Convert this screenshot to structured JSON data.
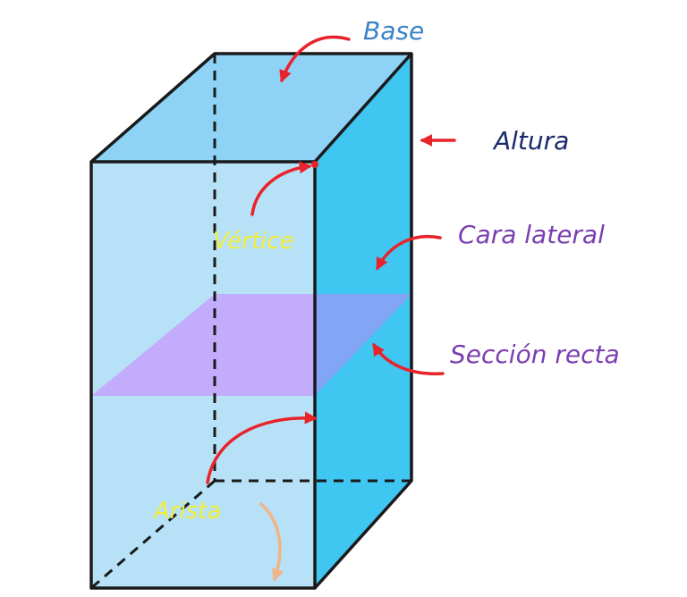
{
  "labels": {
    "base": "Base",
    "altura": "Altura",
    "cara_lateral": "Cara lateral",
    "seccion_recta": "Sección recta",
    "vertice": "Vértice",
    "arista": "Arista"
  },
  "colors": {
    "front_face": "#b7e1f7",
    "top_face": "#8ed3f5",
    "side_face": "#3fc6f1",
    "section_plane": "#c4a6fb",
    "section_plane_on_side": "#7aa4f3",
    "edges": "#1a1a1a",
    "arrows": "#e8232a",
    "arista_arrow": "#f2b385",
    "base_label": "#3b83c5",
    "altura_label": "#1b2a6b",
    "purple_labels": "#7a3fb0",
    "yellow_labels": "#f2ee3a"
  }
}
